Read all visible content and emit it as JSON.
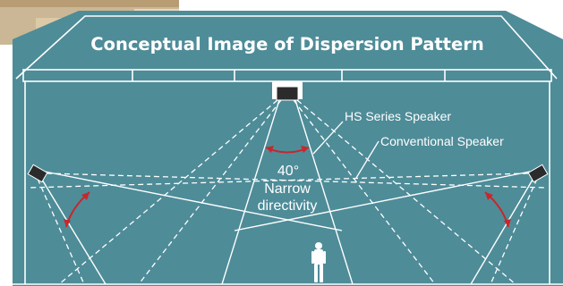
{
  "title": "Conceptual Image of Dispersion Pattern",
  "labels": {
    "hs_speaker": "HS Series Speaker",
    "conventional_speaker": "Conventional Speaker",
    "angle": "40°",
    "directivity_line1": "Narrow",
    "directivity_line2": "directivity"
  },
  "icons": {
    "speaker": "speaker-icon",
    "person": "person-icon",
    "arc": "angle-arc-icon"
  },
  "colors": {
    "background": "#4d8c98",
    "lines": "#ffffff",
    "arc": "#c8262b",
    "speaker": "#2b2b2b",
    "photo": "#c9b48f"
  }
}
